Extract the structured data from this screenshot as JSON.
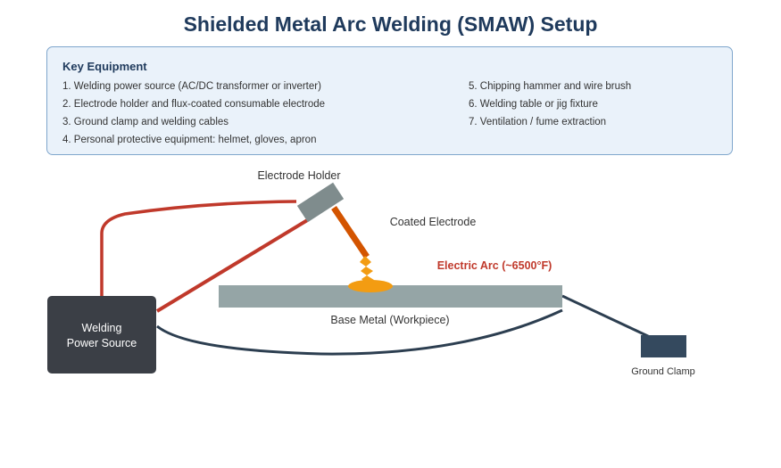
{
  "title": "Shielded Metal Arc Welding (SMAW) Setup",
  "equipment": {
    "heading": "Key Equipment",
    "left_items": [
      "1. Welding power source (AC/DC transformer or inverter)",
      "2. Electrode holder and flux-coated consumable electrode",
      "3. Ground clamp and welding cables",
      "4. Personal protective equipment: helmet, gloves, apron"
    ],
    "right_items": [
      "5. Chipping hammer and wire brush",
      "6. Welding table or jig fixture",
      "7. Ventilation / fume extraction"
    ]
  },
  "diagram": {
    "electrode_holder": "Electrode Holder",
    "coated_electrode": "Coated Electrode",
    "electric_arc": "Electric Arc (~6500°F)",
    "base_metal": "Base Metal (Workpiece)",
    "power_source_line1": "Welding",
    "power_source_line2": "Power Source",
    "ground_clamp": "Ground Clamp"
  },
  "colors": {
    "title": "#1f3a5c",
    "cable_red": "#c0392b",
    "cable_dark": "#2c3e50",
    "power_source": "#3b3f46",
    "holder": "#7f8c8d",
    "electrode": "#d35400",
    "arc": "#f39c12",
    "base_metal": "#95a5a6",
    "ground_clamp": "#34495e"
  }
}
